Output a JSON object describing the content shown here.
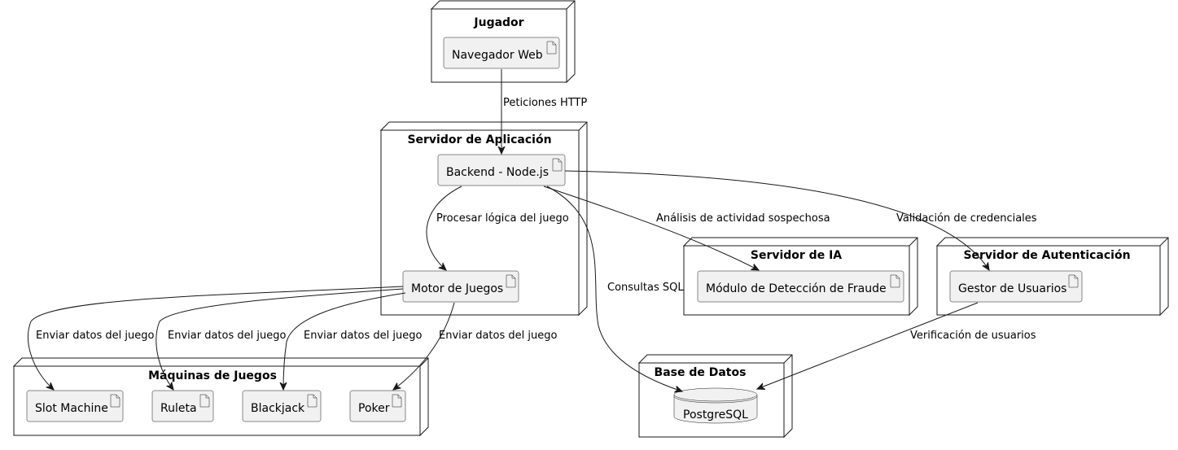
{
  "nodes": {
    "jugador": {
      "title": "Jugador",
      "artifacts": [
        "Navegador Web"
      ]
    },
    "servidor_aplicacion": {
      "title": "Servidor de Aplicación",
      "artifacts": [
        "Backend - Node.js",
        "Motor de Juegos"
      ]
    },
    "servidor_ia": {
      "title": "Servidor de IA",
      "artifacts": [
        "Módulo de Detección de Fraude"
      ]
    },
    "servidor_autenticacion": {
      "title": "Servidor de Autenticación",
      "artifacts": [
        "Gestor de Usuarios"
      ]
    },
    "maquinas_juegos": {
      "title": "Máquinas de Juegos",
      "artifacts": [
        "Slot Machine",
        "Ruleta",
        "Blackjack",
        "Poker"
      ]
    },
    "base_datos": {
      "title": "Base de Datos",
      "database": "PostgreSQL"
    }
  },
  "edges": [
    {
      "from": "Navegador Web",
      "to": "Backend - Node.js",
      "label": "Peticiones HTTP"
    },
    {
      "from": "Backend - Node.js",
      "to": "Motor de Juegos",
      "label": "Procesar lógica del juego"
    },
    {
      "from": "Backend - Node.js",
      "to": "Módulo de Detección de Fraude",
      "label": "Análisis de actividad sospechosa"
    },
    {
      "from": "Backend - Node.js",
      "to": "Gestor de Usuarios",
      "label": "Validación de credenciales"
    },
    {
      "from": "Backend - Node.js",
      "to": "PostgreSQL",
      "label": "Consultas SQL"
    },
    {
      "from": "Gestor de Usuarios",
      "to": "PostgreSQL",
      "label": "Verificación de usuarios"
    },
    {
      "from": "Motor de Juegos",
      "to": "Slot Machine",
      "label": "Enviar datos del juego"
    },
    {
      "from": "Motor de Juegos",
      "to": "Ruleta",
      "label": "Enviar datos del juego"
    },
    {
      "from": "Motor de Juegos",
      "to": "Blackjack",
      "label": "Enviar datos del juego"
    },
    {
      "from": "Motor de Juegos",
      "to": "Poker",
      "label": "Enviar datos del juego"
    }
  ]
}
